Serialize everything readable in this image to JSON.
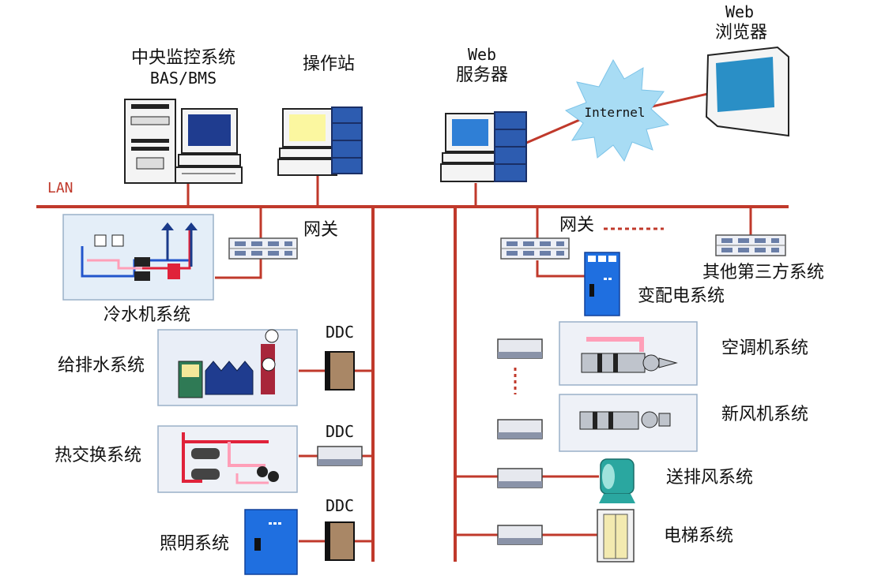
{
  "lan_label": "LAN",
  "top": {
    "central": {
      "line1": "中央监控系统",
      "line2": "BAS/BMS"
    },
    "operator": {
      "label": "操作站"
    },
    "web_server": {
      "line1": "Web",
      "line2": "服务器"
    },
    "internet": {
      "label": "Internel"
    },
    "web_browser": {
      "line1": "Web",
      "line2": "浏览器"
    }
  },
  "left": {
    "gateway": "网关",
    "chiller": "冷水机系统",
    "water": "给排水系统",
    "heat_exchange": "热交换系统",
    "lighting": "照明系统",
    "ddc": "DDC"
  },
  "right": {
    "gateway": "网关",
    "other_third_party": "其他第三方系统",
    "power_distribution": "变配电系统",
    "air_conditioning": "空调机系统",
    "fresh_air": "新风机系统",
    "ventilation": "送排风系统",
    "elevator": "电梯系统"
  },
  "colors": {
    "wire": "#c0392b",
    "screen_blue": "#1f4fa8",
    "cabinet_blue": "#2d63b8",
    "cloud": "#a8dcf4"
  }
}
